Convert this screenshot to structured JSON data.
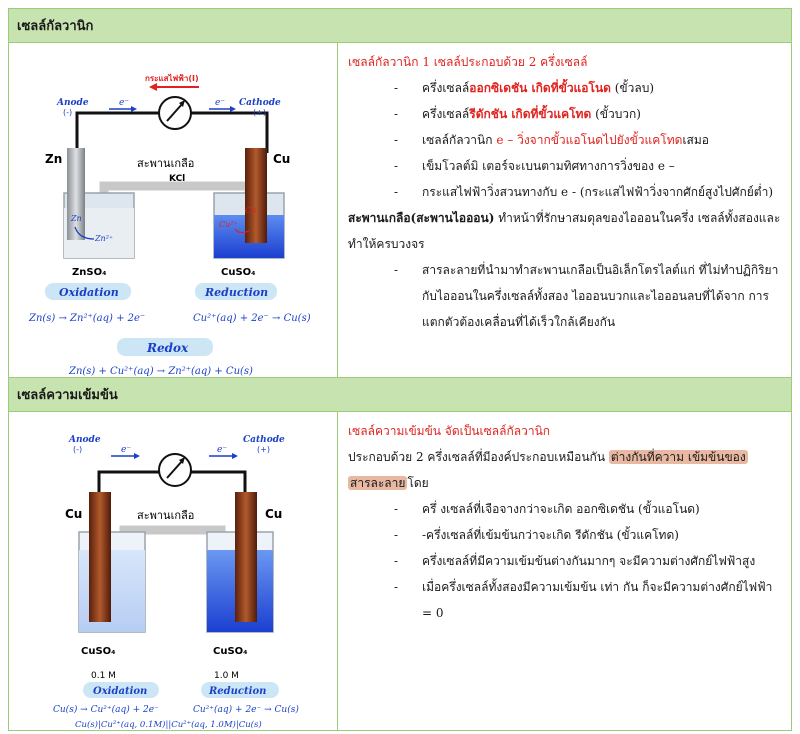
{
  "sections": [
    {
      "title": "เซลล์กัลวานิก",
      "diagram": {
        "anode_label": "Anode",
        "anode_sign": "(-)",
        "cathode_label": "Cathode",
        "cathode_sign": "(+)",
        "electron": "e⁻",
        "current_label": "กระแสไฟฟ้า(I)",
        "left_metal": "Zn",
        "right_metal": "Cu",
        "salt_bridge": "สะพานเกลือ",
        "salt_bridge_salt": "KCl",
        "left_solution": "ZnSO₄",
        "right_solution": "CuSO₄",
        "left_inner_metal": "Zn",
        "left_inner_ion": "Zn²⁺",
        "right_inner_metal": "Cu",
        "right_inner_ion": "Cu²⁺",
        "oxidation_label": "Oxidation",
        "reduction_label": "Reduction",
        "oxidation_eq": "Zn(s) → Zn²⁺(aq) + 2e⁻",
        "reduction_eq": "Cu²⁺(aq) + 2e⁻ → Cu(s)",
        "redox_label": "Redox",
        "redox_eq": "Zn(s) + Cu²⁺(aq) → Zn²⁺(aq) + Cu(s)"
      },
      "intro": "เซลล์กัลวานิก 1 เซลล์ประกอบด้วย 2 ครึ่งเซลล์",
      "bullets": [
        {
          "pre": "ครึ่งเซลล์",
          "red": "ออกซิเดชัน เกิดที่ขั้วแอโนด",
          "post": " (ขั้วลบ)"
        },
        {
          "pre": "ครึ่งเซลล์",
          "red": "รีดักชัน เกิดที่ขั้วแคโทด",
          "post": " (ขั้วบวก)"
        },
        {
          "pre": "เซลล์กัลวานิก ",
          "red": "e – วิ่งจากขั้วแอโนดไปยังขั้วแคโทด",
          "post": "เสมอ"
        },
        {
          "pre": "เข็มโวลต์มิ เตอร์จะเบนตามทิศทางการวิ่งของ e –",
          "red": "",
          "post": ""
        },
        {
          "pre": "กระแสไฟฟ้าวิ่งสวนทางกับ e - (กระแสไฟฟ้าวิ่งจากศักย์สูงไปศักย์ต่ำ)",
          "red": "",
          "post": ""
        }
      ],
      "salt_para_bold": "สะพานเกลือ(สะพานไอออน)",
      "salt_para_rest": " ทำหน้าที่รักษาสมดุลของไอออนในครึ่ง เซลล์ทั้งสองและทำให้ครบวงจร",
      "salt_bullet": "สารละลายที่นำมาทำสะพานเกลือเป็นอิเล็กโตรไลต์แก่ ที่ไม่ทำปฏิกิริยากับไอออนในครึ่งเซลล์ทั้งสอง ไอออนบวกและไอออนลบที่ได้จาก การแตกตัวต้องเคลื่อนที่ได้เร็วใกล้เคียงกัน"
    },
    {
      "title": "เซลล์ความเข้มข้น",
      "diagram": {
        "anode_label": "Anode",
        "anode_sign": "(-)",
        "cathode_label": "Cathode",
        "cathode_sign": "(+)",
        "electron": "e⁻",
        "left_metal": "Cu",
        "right_metal": "Cu",
        "salt_bridge": "สะพานเกลือ",
        "left_solution": "CuSO₄",
        "right_solution": "CuSO₄",
        "left_conc": "0.1 M",
        "right_conc": "1.0 M",
        "oxidation_label": "Oxidation",
        "reduction_label": "Reduction",
        "oxidation_eq": "Cu(s) → Cu²⁺(aq) + 2e⁻",
        "reduction_eq": "Cu²⁺(aq) + 2e⁻ → Cu(s)",
        "cell_notation": "Cu(s)|Cu²⁺(aq, 0.1M)||Cu²⁺(aq, 1.0M)|Cu(s)"
      },
      "intro": "เซลล์ความเข้มข้น จัดเป็นเซลล์กัลวานิก",
      "para_pre": "ประกอบด้วย 2 ครึ่งเซลล์ที่มีองค์ประกอบเหมือนกัน ",
      "para_hl1": "ต่างกันที่ความ เข้มข้นของ",
      "para_hl2": "สารละลาย",
      "para_post": "โดย",
      "bullets": [
        "ครึ่ งเซลล์ที่เจือจางกว่าจะเกิด ออกซิเดชัน (ขั้วแอโนด)",
        "-ครึ่งเซลล์ที่เข้มข้นกว่าจะเกิด รีดักชัน (ขั้วแคโทด)",
        "ครึ่งเซลล์ที่มีความเข้มข้นต่างกันมากๆ จะมีความต่างศักย์ไฟฟ้าสูง",
        "เมื่อครึ่งเซลล์ทั้งสองมีความเข้มข้น เท่า กัน ก็จะมีความต่างศักย์ไฟฟ้า = 0"
      ]
    }
  ]
}
